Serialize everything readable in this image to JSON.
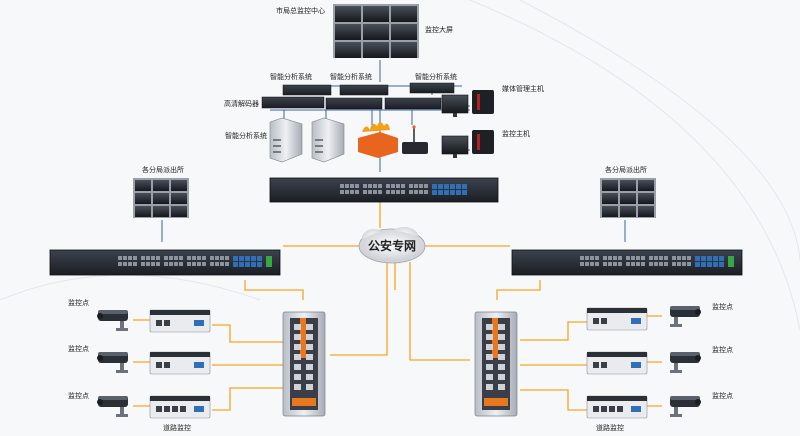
{
  "center": {
    "title": "市局总监控中心",
    "video_wall": "监控大屏",
    "analysis_1": "智能分析系统",
    "analysis_2": "智能分析系统",
    "analysis_3": "智能分析系统",
    "analysis_left": "智能分析系统",
    "decoder": "高清解码器",
    "storage_host": "媒体管理主机",
    "monitor_host": "监控主机"
  },
  "network": {
    "cloud": "公安专网"
  },
  "branches": {
    "left": "各分局派出所",
    "right": "各分局派出所"
  },
  "left_cameras": [
    "监控点",
    "监控点",
    "监控点"
  ],
  "right_cameras": [
    "监控点",
    "监控点",
    "监控点"
  ],
  "bottom_left": "道路监控",
  "bottom_right": "道路监控",
  "colors": {
    "link": "#f5a623",
    "blue_link": "#3b5fa8",
    "device": "#2b2f36",
    "port_blue": "#2f6fb8",
    "green": "#35a845"
  }
}
